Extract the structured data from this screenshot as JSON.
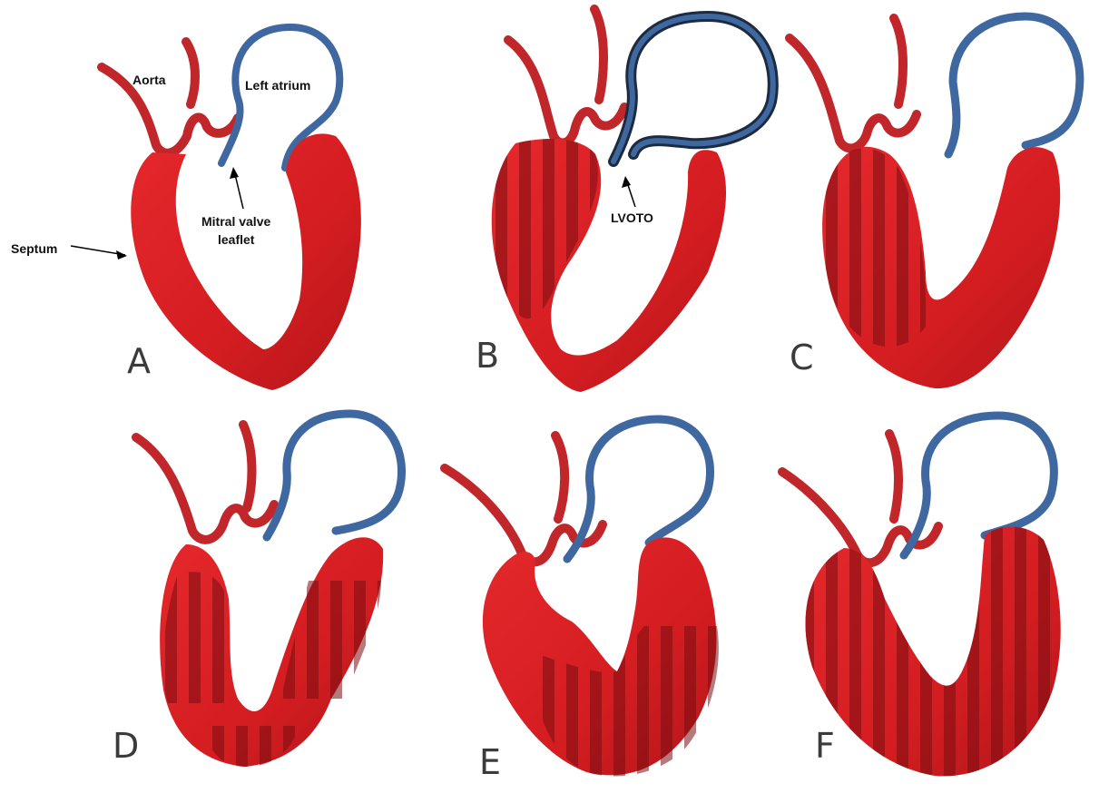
{
  "labels": {
    "aorta": "Aorta",
    "left_atrium": "Left atrium",
    "mitral_valve": "Mitral valve",
    "leaflet": "leaflet",
    "septum": "Septum",
    "lvoto": "LVOTO"
  },
  "panels": [
    {
      "id": "A",
      "letter": "A",
      "striped": "none"
    },
    {
      "id": "B",
      "letter": "B",
      "striped": "septum"
    },
    {
      "id": "C",
      "letter": "C",
      "striped": "septum"
    },
    {
      "id": "D",
      "letter": "D",
      "striped": "septum-lateral-apex"
    },
    {
      "id": "E",
      "letter": "E",
      "striped": "apex"
    },
    {
      "id": "F",
      "letter": "F",
      "striped": "full"
    }
  ],
  "colors": {
    "myocardium": "#d81f23",
    "myocardium_dark": "#a4151a",
    "stripe": "#7a0d10",
    "aorta": "#c0262a",
    "atrium": "#3f68a0",
    "atrium_outline": "#1c2b3f",
    "letter": "#3b3b3b"
  }
}
